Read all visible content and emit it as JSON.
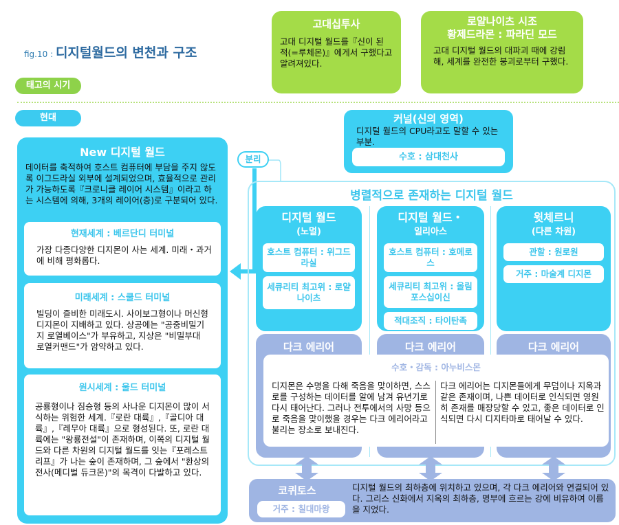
{
  "title": {
    "prefix": "fig.10 : ",
    "text": "디지털월드의 변천과 구조"
  },
  "eras": {
    "ancient": "태고의 시기",
    "modern": "현대"
  },
  "ancient_boxes": [
    {
      "title": "고대십투사",
      "body": "고대 디지털 월드를『신이 된 적(=루체몬)』에게서 구했다고 알려져있다."
    },
    {
      "title_line1": "로얄나이츠 시조",
      "title_line2": "황제드라몬 : 파라딘 모드",
      "body": "고대 디지털 월드의 대파괴 때에 강림해, 세계를 완전한 붕괴로부터 구했다."
    }
  ],
  "kernel": {
    "title": "커널(신의 영역)",
    "body": "디지털 월드의 CPU라고도 말할 수 있는 부분.",
    "guardian": "수호 : 삼대천사"
  },
  "separation": "분리",
  "new_world": {
    "title": "New 디지털 월드",
    "body": "데이터를 축적하여 호스트 컴퓨터에 부담을 주지 않도록 이그드라실 외부에 설계되었으며, 효율적으로 관리가 가능하도록『크로니클 레이어 시스템』이라고 하는 시스템에 의해, 3개의 레이어(층)로 구분되어 있다.",
    "layers": [
      {
        "title": "현재세계 : 베르단디 터미널",
        "body": "가장 다종다양한 디지몬이 사는 세계. 미래・과거에 비해 평화롭다."
      },
      {
        "title": "미래세계 : 스쿨드 터미널",
        "body": "빌딩이 즐비한 미래도시. 사이보그형이나 머신형 디지몬이 지배하고 있다. 상공에는 \"공중비밀기지 로열베이스\"가 부유하고, 지상은 \"비밀부대 로열커맨드\"가 암약하고 있다."
      },
      {
        "title": "원시세계 : 울드 터미널",
        "body": "공룡형이나 짐승형 등의 사나운 디지몬이 많이 서식하는 위험한 세계.『로란 대륙』,『골디아 대륙』,『레무아 대륙』으로 형성된다. 또, 로란 대륙에는 \"왕룡전설\"이 존재하며, 이쪽의 디지털 월드와 다른 차원의 디지털 월드를 잇는『포레스트 리프』가 나는 숲이 존재하며, 그 숲에서 \"환상의 전사(메디벌 듀크몬)\"의 목격이 다발하고 있다."
      }
    ]
  },
  "parallel": {
    "title": "병렬적으로 존재하는 디지털 월드",
    "columns": [
      {
        "title": "디지털 월드",
        "subtitle": "(노멀)",
        "items": [
          "호스트 컴퓨터 : 위그드라실",
          "세큐리티 최고위 : 로얄나이츠"
        ],
        "dark": "다크 에리어"
      },
      {
        "title": "디지털 월드・",
        "subtitle": "일리아스",
        "items": [
          "호스트 컴퓨터 : 호메로스",
          "세큐리티 최고위 : 올림포스십이신",
          "적대조직 : 타이탄족"
        ],
        "dark": "다크 에리어"
      },
      {
        "title": "윗체르니",
        "subtitle": "(다른 차원)",
        "items": [
          "관할 : 원로원",
          "거주 : 마술계 디지몬"
        ],
        "dark": "다크 에리어"
      }
    ],
    "dark_area": {
      "guardian": "수호・감독 : 아누비스몬",
      "left": "디지몬은 수명을 다해 죽음을 맞이하면, 스스로를 구성하는 데이터를 알에 남겨 유년기로 다시 태어난다. 그러나 전투에서의 사망 등으로 죽음을 맞이했을 경우는 다크 에리어라고 불리는 장소로 보내진다.",
      "right": "다크 에리어는 디지몬들에게 무덤이나 지옥과 같은 존재이며, 나쁜 데이터로 인식되면 영원히 존재를 매장당할 수 있고, 좋은 데이터로 인식되면 다시 디지타마로 태어날 수 있다."
    }
  },
  "cocytus": {
    "title": "코퀴토스",
    "resident": "거주 : 칠대마왕",
    "body": "디지털 월드의 최하층에 위치하고 있으며, 각 다크 에리어와 연결되어 있다. 그리스 신화에서 지옥의 최하층, 명부에 흐르는 강에 비유하여 이름을 지었다."
  },
  "colors": {
    "green": "#a4dc48",
    "cyan": "#3dd0f3",
    "dark": "#9fb5e3",
    "title": "#2d6aa0"
  }
}
